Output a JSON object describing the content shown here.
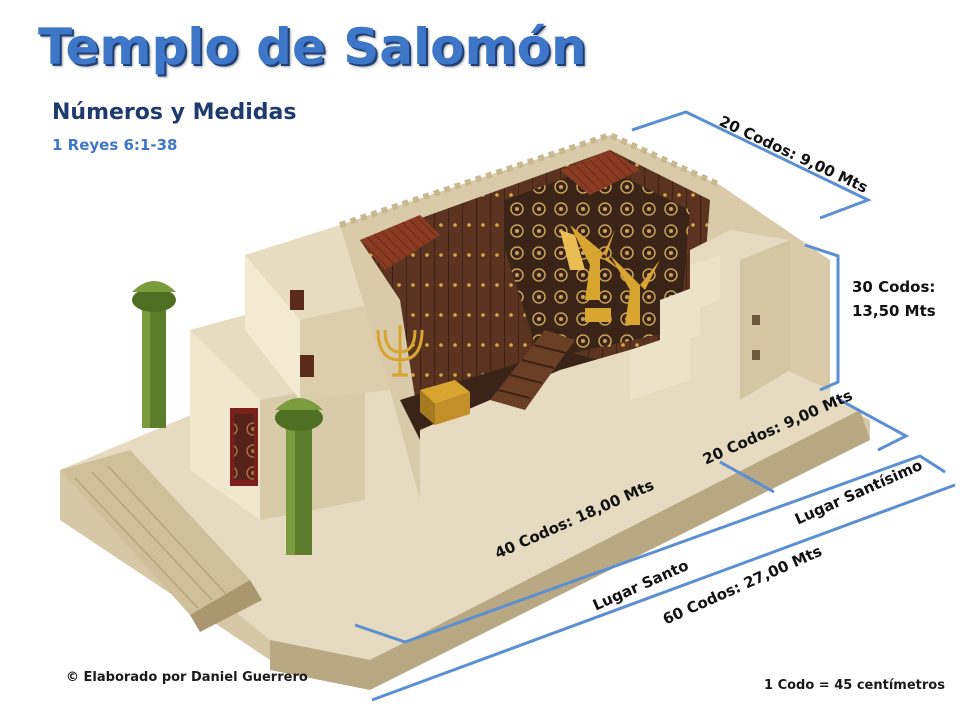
{
  "header": {
    "title": "Templo de Salomón",
    "subtitle": "Números y Medidas",
    "reference": "1 Reyes 6:1-38"
  },
  "dimensions": {
    "width_top": "20 Codos: 9,00 Mts",
    "height_line1": "30 Codos:",
    "height_line2": "13,50 Mts",
    "width_inner": "20 Codos: 9,00 Mts",
    "holy_length": "40 Codos: 18,00 Mts",
    "holy_of_holies": "Lugar Santísimo",
    "holy_place": "Lugar Santo",
    "total_length": "60 Codos: 27,00 Mts"
  },
  "footer": {
    "credit": "© Elaborado por Daniel Guerrero",
    "conversion": "1 Codo = 45 centímetros"
  },
  "colors": {
    "title_blue": "#3f77c8",
    "subtitle_navy": "#1f3a6e",
    "dimension_line": "#5b8fd1",
    "stone": "#e9dcc0",
    "pillar": "#5c7d2c",
    "wood": "#4a2a1a",
    "gold": "#d7a530"
  }
}
